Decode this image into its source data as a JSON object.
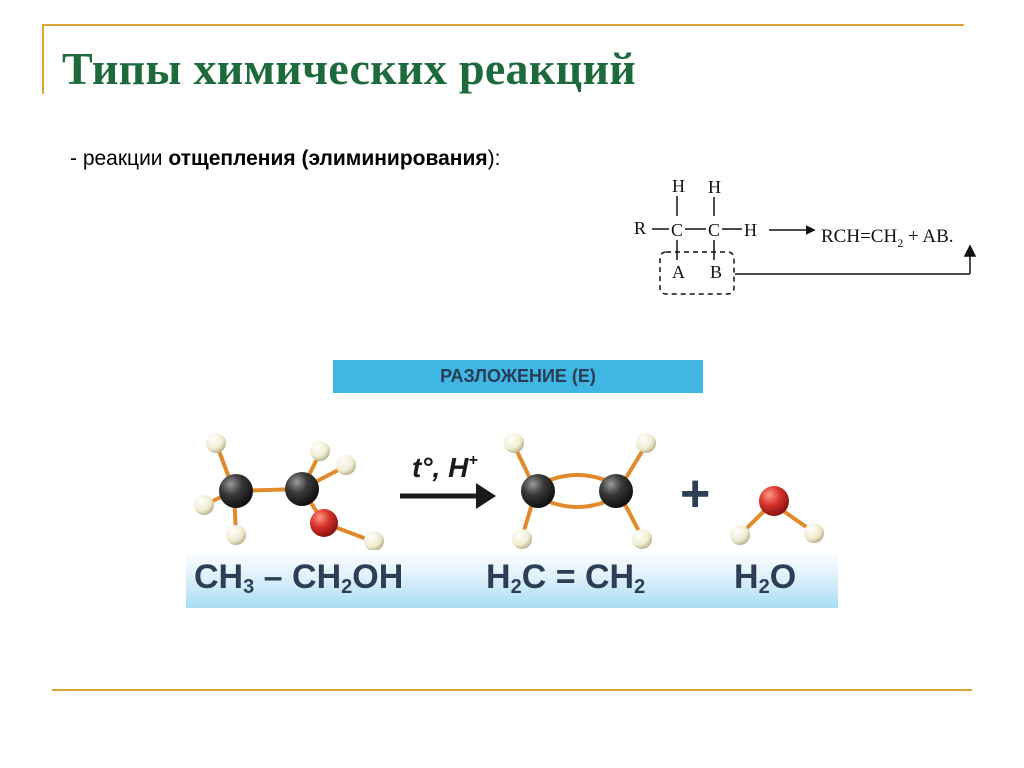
{
  "slide": {
    "title": "Типы химических реакций",
    "subtitle_prefix": "- реакции ",
    "subtitle_bold": "отщепления (элиминирования",
    "subtitle_suffix": "):"
  },
  "scheme": {
    "h1": "H",
    "h2": "H",
    "r": "R",
    "c1": "C",
    "c2": "C",
    "h3": "H",
    "a": "A",
    "b": "B",
    "product_prefix": "RCH",
    "product_dbl": "=",
    "product_ch": "CH",
    "product_sub": "2",
    "product_suffix": " + AB."
  },
  "panel": {
    "header": "РАЗЛОЖЕНИЕ (Е)",
    "condition_t": "t°, H",
    "condition_plus": "+",
    "plus_sign": "+",
    "formula_left_a": "CH",
    "formula_left_sub1": "3",
    "formula_left_b": " – CH",
    "formula_left_sub2": "2",
    "formula_left_c": "OH",
    "formula_mid_a": "H",
    "formula_mid_sub1": "2",
    "formula_mid_b": "C = CH",
    "formula_mid_sub2": "2",
    "formula_right_a": "H",
    "formula_right_sub": "2",
    "formula_right_b": "O"
  },
  "colors": {
    "title": "#1d6a3c",
    "accent_line": "#d9a534",
    "header_strip": "#3fb6e4",
    "carbon": "#2a2a2a",
    "oxygen": "#d8322a",
    "hydrogen": "#f4f1dc",
    "bond": "#e08a2c"
  }
}
